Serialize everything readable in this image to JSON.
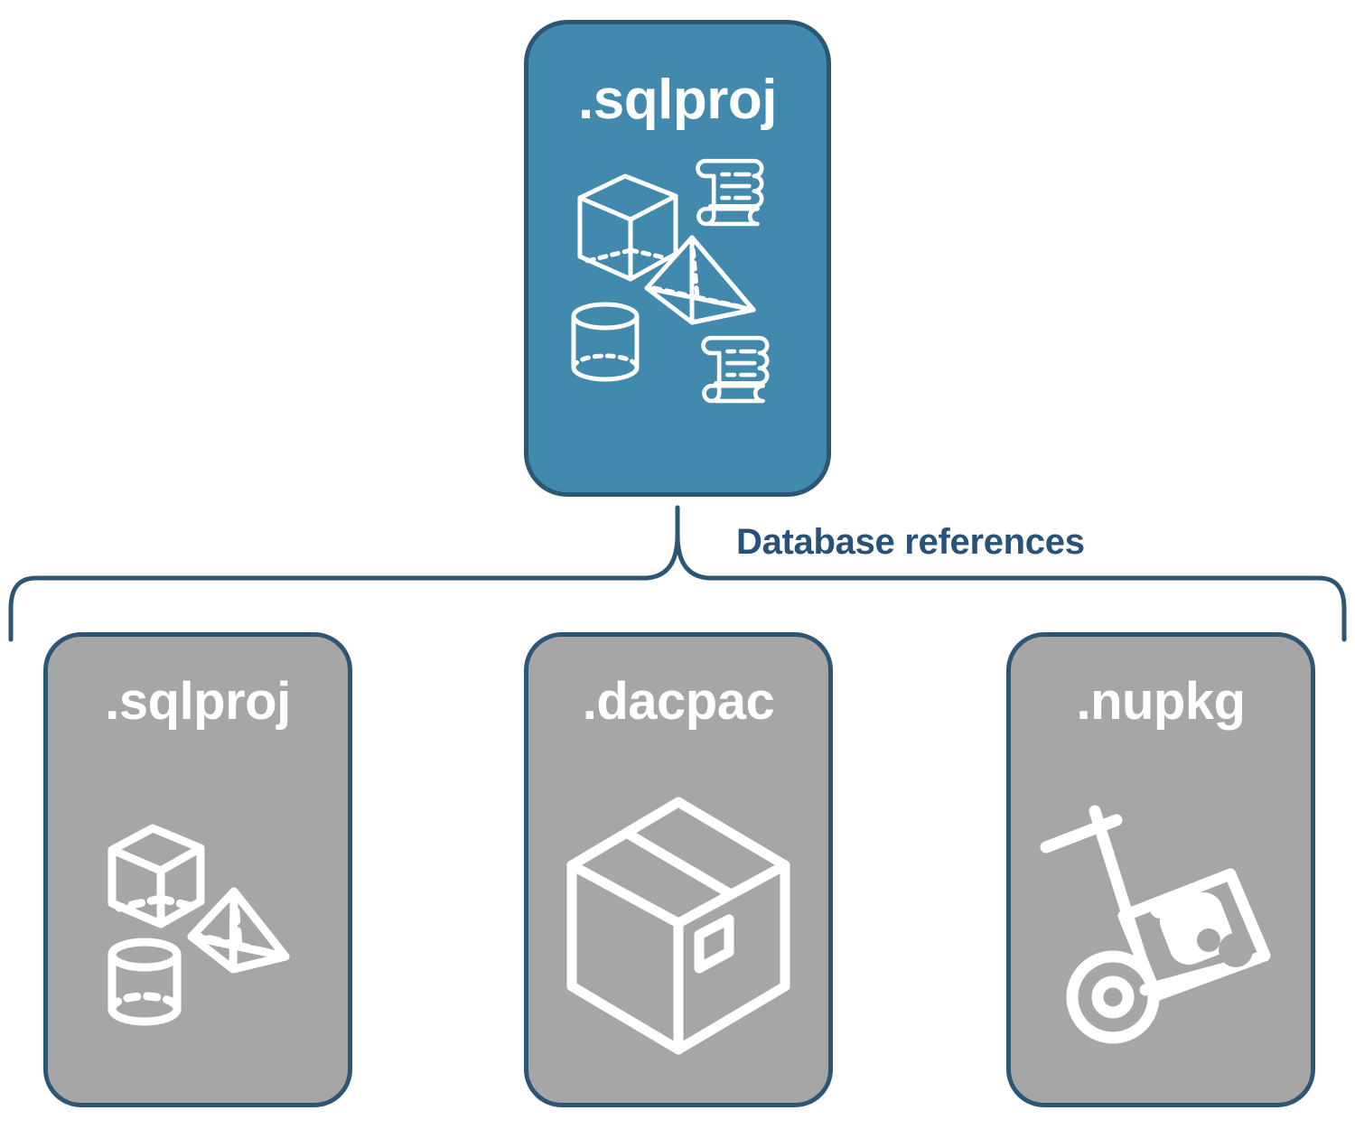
{
  "diagram": {
    "title_text": "",
    "colors": {
      "primary_blue_fill": "#4289ae",
      "outline_blue": "#2d5675",
      "gray_fill": "#a6a6a6",
      "label_text": "#2a5179",
      "card_text": "#ffffff",
      "background": "#ffffff"
    },
    "root_node": {
      "label": ".sqlproj",
      "icons": [
        "cube-wireframe-icon",
        "scroll-script-icon",
        "pyramid-wireframe-icon",
        "cylinder-wireframe-icon",
        "scroll-script-icon"
      ]
    },
    "connector": {
      "label": "Database references",
      "style": "curly-brace-bracket"
    },
    "child_nodes": [
      {
        "label": ".sqlproj",
        "icons": [
          "cube-wireframe-icon",
          "pyramid-wireframe-icon",
          "cylinder-wireframe-icon"
        ]
      },
      {
        "label": ".dacpac",
        "icons": [
          "shipping-box-icon"
        ]
      },
      {
        "label": ".nupkg",
        "icons": [
          "hand-truck-package-icon"
        ]
      }
    ]
  }
}
